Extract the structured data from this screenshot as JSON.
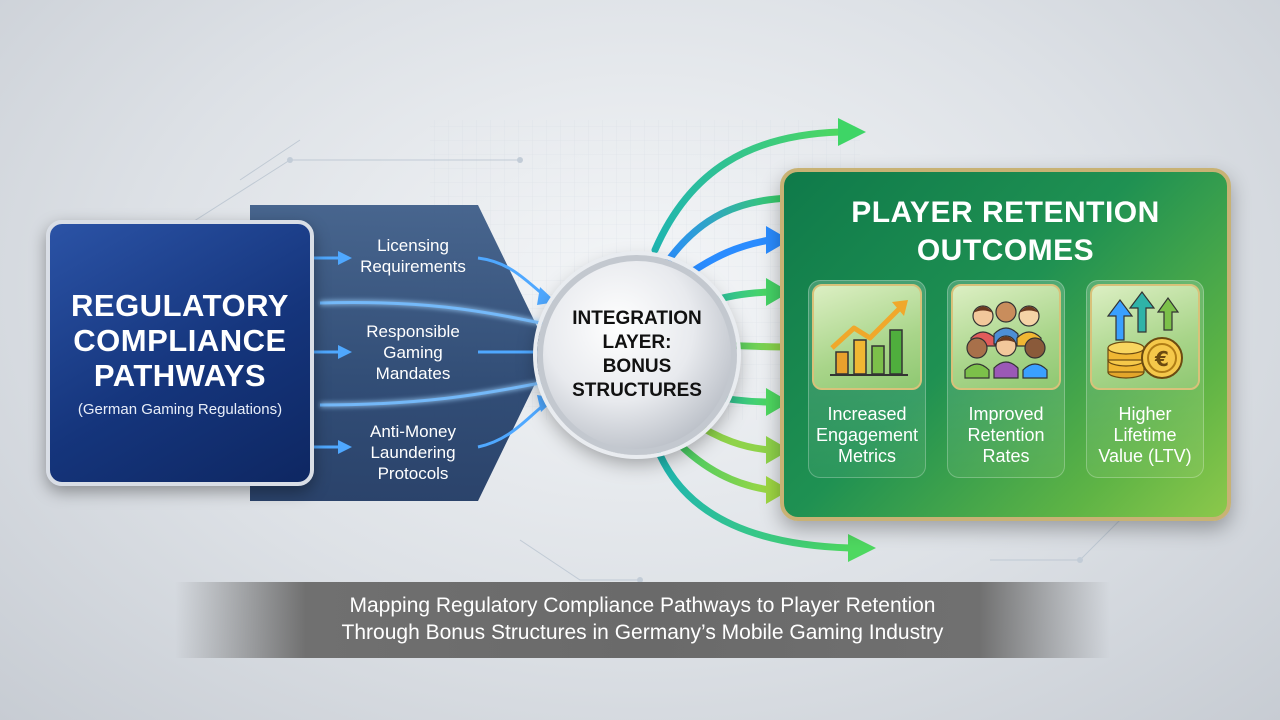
{
  "left": {
    "title": "REGULATORY\nCOMPLIANCE\nPATHWAYS",
    "subtitle": "(German Gaming Regulations)"
  },
  "pathways": [
    "Licensing\nRequirements",
    "Responsible\nGaming\nMandates",
    "Anti-Money\nLaundering\nProtocols"
  ],
  "hub": {
    "label": "INTEGRATION\nLAYER:\nBONUS\nSTRUCTURES"
  },
  "right": {
    "title": "PLAYER RETENTION\nOUTCOMES",
    "cards": [
      {
        "label": "Increased\nEngagement\nMetrics",
        "icon": "bar-chart-growth-icon"
      },
      {
        "label": "Improved\nRetention\nRates",
        "icon": "people-group-icon"
      },
      {
        "label": "Higher\nLifetime\nValue (LTV)",
        "icon": "euro-coins-arrows-icon"
      }
    ]
  },
  "caption": "Mapping Regulatory Compliance Pathways to Player Retention\nThrough Bonus Structures in Germany’s Mobile Gaming Industry",
  "colors": {
    "left_panel": "#15357c",
    "hub_border": "#c3c8cf",
    "right_panel": "#1f9152",
    "right_border": "#c8b274",
    "arrow_blue": "#3aa0ff",
    "arrow_green": "#7fd14a"
  }
}
